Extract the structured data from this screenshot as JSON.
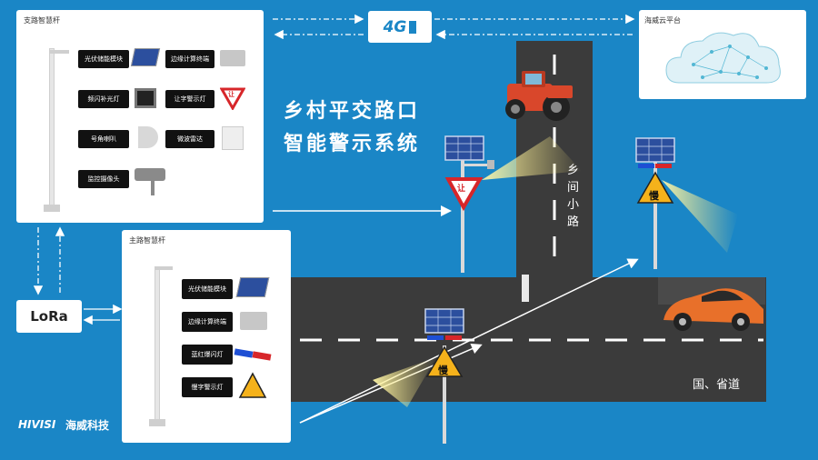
{
  "title": {
    "line1": "乡村平交路口",
    "line2": "智能警示系统"
  },
  "branch_pole": {
    "title": "支路智慧杆",
    "items": [
      "光伏储能模块",
      "边缘计算终端",
      "频闪补光灯",
      "让字警示灯",
      "号角喇叭",
      "微波雷达",
      "监控摄像头"
    ],
    "yield_sign": "让"
  },
  "main_pole": {
    "title": "主路智慧杆",
    "items": [
      "光伏储能模块",
      "边缘计算终端",
      "蓝红爆闪灯",
      "慢字警示灯"
    ]
  },
  "network": {
    "label_4g": "4G",
    "label_lora": "LoRa",
    "cloud_title": "海威云平台"
  },
  "roads": {
    "side_road": [
      "乡",
      "间",
      "小",
      "路"
    ],
    "main_road": "国、省道"
  },
  "signs": {
    "yield": "让",
    "slow": "慢"
  },
  "brand": {
    "latin": "HIVISI",
    "chinese": "海威科技"
  },
  "colors": {
    "background": "#1a86c6",
    "road": "#3b3b3b",
    "sign_yellow": "#f5b21b",
    "sign_red": "#d7262a",
    "car": "#e8702a",
    "tractor": "#d9472b"
  }
}
